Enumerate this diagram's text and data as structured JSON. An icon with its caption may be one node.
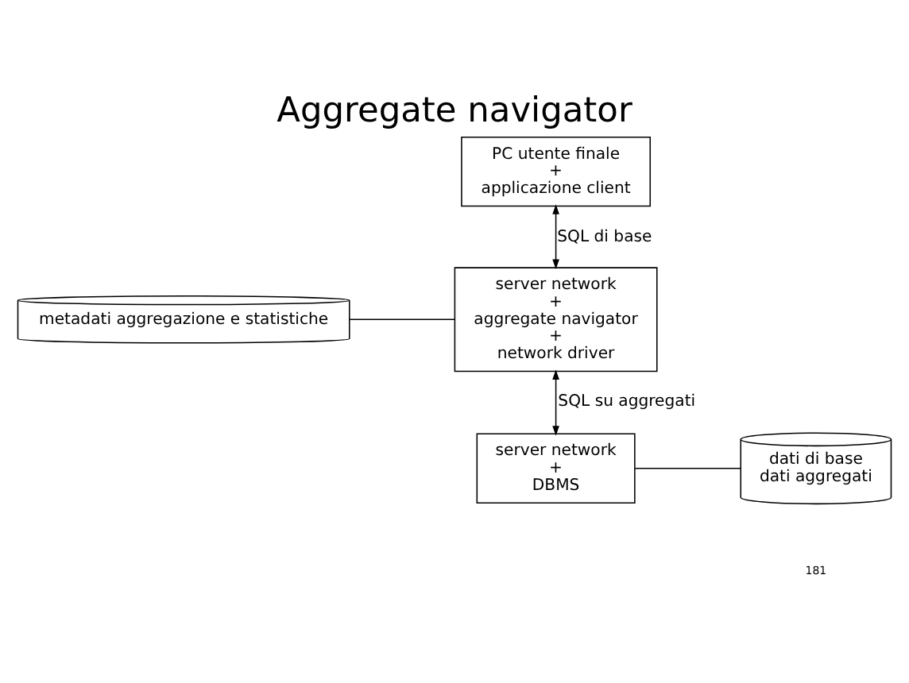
{
  "diagram": {
    "title": "Aggregate navigator",
    "nodes": [
      {
        "text": [
          "PC utente finale",
          "+",
          "applicazione client"
        ]
      },
      {
        "text": [
          "server network",
          "+",
          "aggregate navigator",
          "+",
          "network driver"
        ]
      },
      {
        "text": [
          "metadati aggregazione e statistiche"
        ]
      },
      {
        "text": [
          "server network",
          "+",
          "DBMS"
        ]
      },
      {
        "text": [
          "dati di base",
          "dati aggregati"
        ]
      }
    ],
    "edges": [
      {
        "from": 0,
        "to": 1,
        "arrow": "both",
        "label": "SQL di base"
      },
      {
        "from": 2,
        "to": 1,
        "arrow": "none"
      },
      {
        "from": 1,
        "to": 3,
        "arrow": "both",
        "label": "SQL su aggregati"
      },
      {
        "from": 3,
        "to": 4,
        "arrow": "none"
      }
    ],
    "labels": [
      "181"
    ]
  }
}
